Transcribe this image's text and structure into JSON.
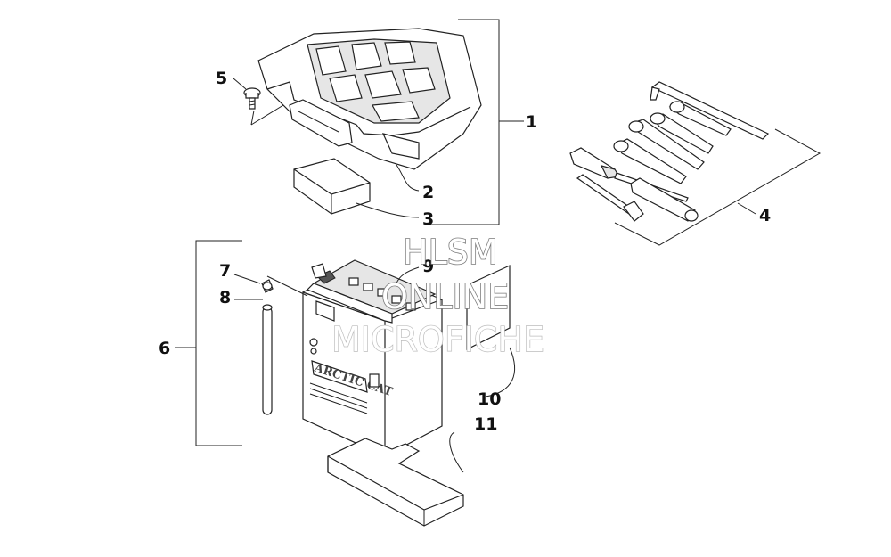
{
  "callouts": [
    {
      "id": "1",
      "label": "1"
    },
    {
      "id": "2",
      "label": "2"
    },
    {
      "id": "3",
      "label": "3"
    },
    {
      "id": "4",
      "label": "4"
    },
    {
      "id": "5",
      "label": "5"
    },
    {
      "id": "6",
      "label": "6"
    },
    {
      "id": "7",
      "label": "7"
    },
    {
      "id": "8",
      "label": "8"
    },
    {
      "id": "9",
      "label": "9"
    },
    {
      "id": "10",
      "label": "10"
    },
    {
      "id": "11",
      "label": "11"
    }
  ],
  "battery_logo": "ARCTIC CAT",
  "watermark": {
    "line1": "HLSM",
    "line2": "ONLINE",
    "line3": "MICROFICHE"
  }
}
